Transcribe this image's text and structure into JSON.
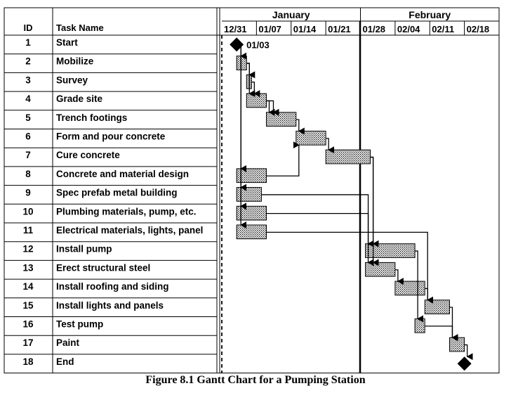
{
  "caption": "Figure 8.1 Gantt Chart for a Pumping Station",
  "chart_data": {
    "type": "gantt",
    "columns": {
      "id": "ID",
      "task": "Task Name"
    },
    "months": [
      {
        "label": "January",
        "start": "12/31",
        "end": "01/28"
      },
      {
        "label": "February",
        "start": "01/28",
        "end": "02/25"
      }
    ],
    "week_ticks": [
      "12/31",
      "01/07",
      "01/14",
      "01/21",
      "01/28",
      "02/04",
      "02/11",
      "02/18"
    ],
    "x_range": [
      "12/31",
      "02/25"
    ],
    "current_date_line": "01/28",
    "baseline_line": "12/31",
    "milestone_label": "01/03",
    "tasks": [
      {
        "id": 1,
        "name": "Start",
        "start": "01/03",
        "end": "01/03",
        "milestone": true
      },
      {
        "id": 2,
        "name": "Mobilize",
        "start": "01/03",
        "end": "01/05"
      },
      {
        "id": 3,
        "name": "Survey",
        "start": "01/05",
        "end": "01/06"
      },
      {
        "id": 4,
        "name": "Grade site",
        "start": "01/05",
        "end": "01/09"
      },
      {
        "id": 5,
        "name": "Trench footings",
        "start": "01/09",
        "end": "01/15"
      },
      {
        "id": 6,
        "name": "Form and pour concrete",
        "start": "01/15",
        "end": "01/21"
      },
      {
        "id": 7,
        "name": "Cure concrete",
        "start": "01/21",
        "end": "01/30"
      },
      {
        "id": 8,
        "name": "Concrete and material design",
        "start": "01/03",
        "end": "01/09"
      },
      {
        "id": 9,
        "name": "Spec prefab metal building",
        "start": "01/03",
        "end": "01/08"
      },
      {
        "id": 10,
        "name": "Plumbing materials, pump, etc.",
        "start": "01/03",
        "end": "01/09"
      },
      {
        "id": 11,
        "name": "Electrical materials, lights, panel",
        "start": "01/03",
        "end": "01/09"
      },
      {
        "id": 12,
        "name": "Install pump",
        "start": "01/29",
        "end": "02/08"
      },
      {
        "id": 13,
        "name": "Erect structural steel",
        "start": "01/29",
        "end": "02/04"
      },
      {
        "id": 14,
        "name": "Install roofing and siding",
        "start": "02/04",
        "end": "02/10"
      },
      {
        "id": 15,
        "name": "Install lights and panels",
        "start": "02/10",
        "end": "02/15"
      },
      {
        "id": 16,
        "name": "Test pump",
        "start": "02/08",
        "end": "02/10"
      },
      {
        "id": 17,
        "name": "Paint",
        "start": "02/15",
        "end": "02/18"
      },
      {
        "id": 18,
        "name": "End",
        "start": "02/18",
        "end": "02/18",
        "milestone": true
      }
    ],
    "dependencies": [
      [
        1,
        2
      ],
      [
        2,
        3
      ],
      [
        2,
        4
      ],
      [
        3,
        4
      ],
      [
        4,
        5
      ],
      [
        4,
        5
      ],
      [
        5,
        6
      ],
      [
        6,
        7
      ],
      [
        8,
        6
      ],
      [
        1,
        8
      ],
      [
        1,
        9
      ],
      [
        1,
        10
      ],
      [
        1,
        11
      ],
      [
        7,
        12
      ],
      [
        7,
        13
      ],
      [
        9,
        13
      ],
      [
        10,
        12
      ],
      [
        11,
        15
      ],
      [
        13,
        14
      ],
      [
        14,
        15
      ],
      [
        12,
        16
      ],
      [
        15,
        17
      ],
      [
        16,
        17
      ],
      [
        17,
        18
      ]
    ]
  }
}
